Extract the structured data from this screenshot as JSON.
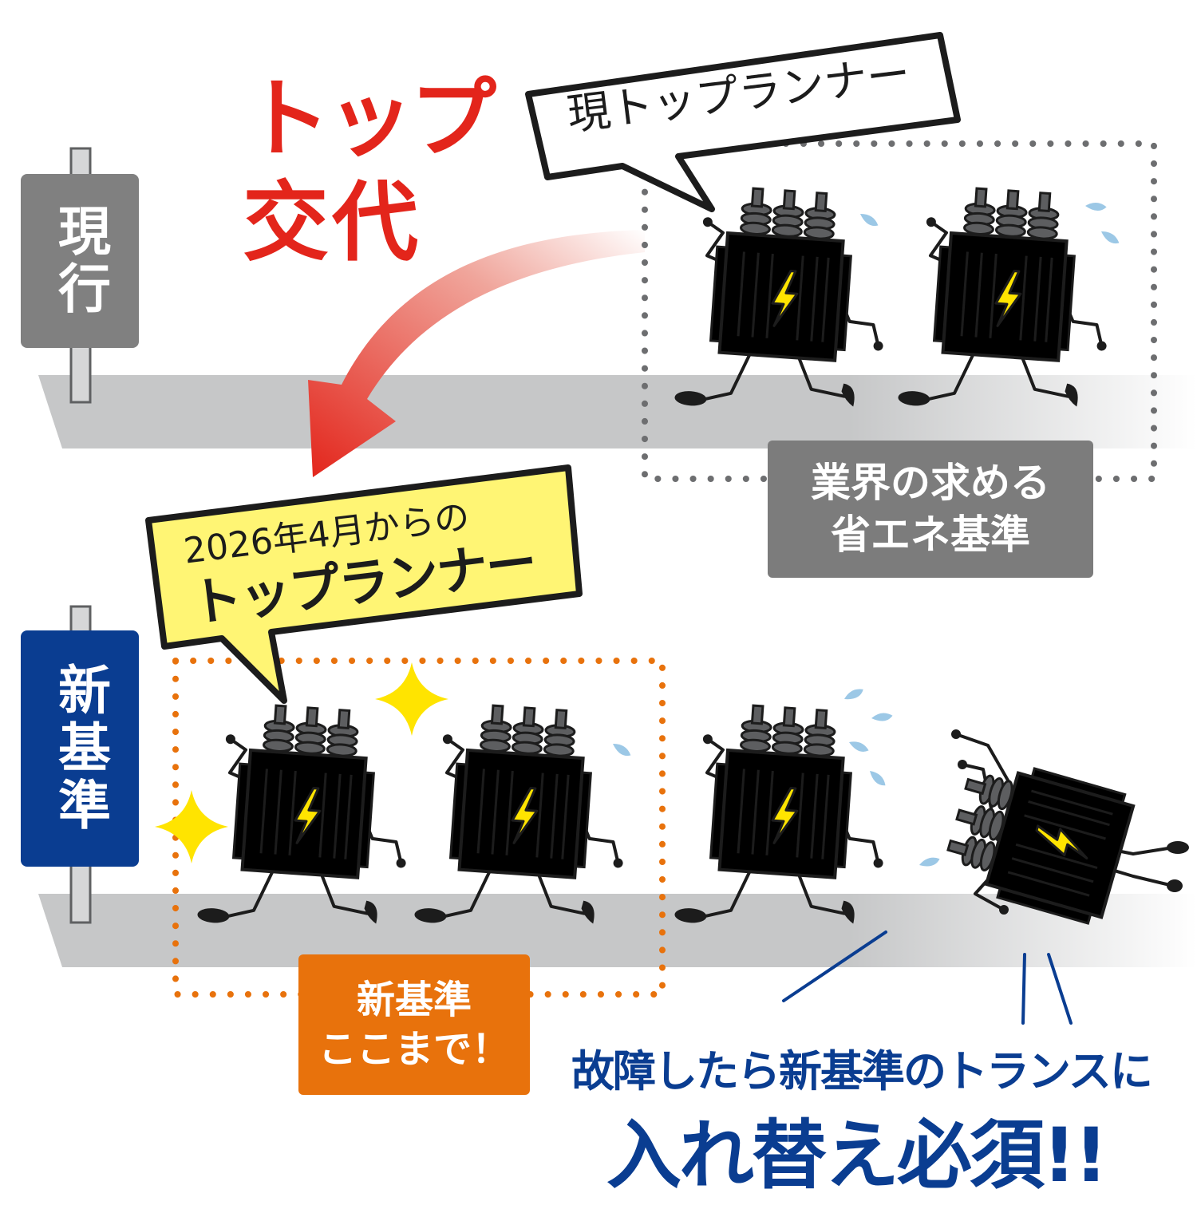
{
  "headline": {
    "line1": "トップ",
    "line2": "交代"
  },
  "current_sign": {
    "label": "現行",
    "color": "#808080"
  },
  "new_sign": {
    "label": "新基準",
    "color": "#0a3d91"
  },
  "current_bubble": {
    "text": "現トップランナー"
  },
  "new_bubble": {
    "line1": "2026年4月からの",
    "line2": "トップランナー",
    "fill": "#fff574"
  },
  "industry_box": {
    "line1": "業界の求める",
    "line2": "省エネ基準",
    "color": "#7c7c7c"
  },
  "new_standard_box": {
    "line1": "新基準",
    "line2": "ここまで！",
    "color": "#e8720c"
  },
  "bottom_message": {
    "line1": "故障したら新基準のトランスに",
    "line2": "入れ替え必須!!",
    "color": "#0a3d91"
  },
  "colors": {
    "accent_red": "#e3251b",
    "track": "#c6c7c8",
    "old_transformer": "#a9aaac",
    "new_transformer": "#c8da86",
    "sparkle": "#ffe400",
    "sweat": "#9cc8e6",
    "dotted_gray": "#6d6e70",
    "dotted_orange": "#e8720c"
  },
  "icons": [
    "transformer-character-icon",
    "lightning-bolt-icon",
    "sparkle-icon",
    "sweat-drop-icon",
    "curved-arrow-icon"
  ]
}
